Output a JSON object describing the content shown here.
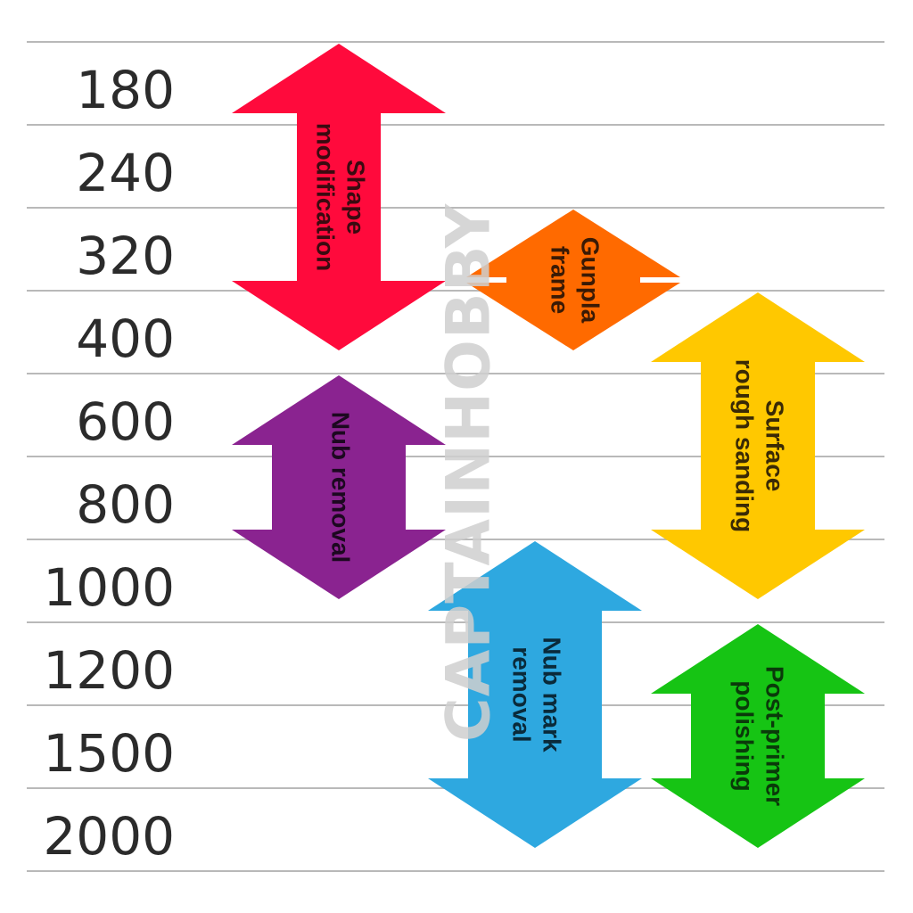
{
  "grit_scale": [
    "180",
    "240",
    "320",
    "400",
    "600",
    "800",
    "1000",
    "1200",
    "1500",
    "2000"
  ],
  "watermark": "CAPTAINHOBBY",
  "arrows": [
    {
      "id": "shape-modification",
      "lines": [
        "Shape",
        "modification"
      ],
      "from": "180",
      "to": "400",
      "color": "#ff0a3c",
      "text_color": "#3a0a10"
    },
    {
      "id": "gunpla-frame",
      "lines": [
        "Gunpla",
        "frame"
      ],
      "from": "320",
      "to": "400",
      "color": "#ff6a00",
      "text_color": "#3a1a05"
    },
    {
      "id": "surface-rough-sanding",
      "lines": [
        "Surface",
        "rough sanding"
      ],
      "from": "400",
      "to": "1000",
      "color": "#ffc800",
      "text_color": "#3a2a05"
    },
    {
      "id": "nub-removal",
      "lines": [
        "Nub removal"
      ],
      "from": "600",
      "to": "1000",
      "color": "#8a2390",
      "text_color": "#1c0820"
    },
    {
      "id": "nub-mark-removal",
      "lines": [
        "Nub mark",
        "removal"
      ],
      "from": "1000",
      "to": "2000",
      "color": "#2ea8e0",
      "text_color": "#0a2a3a"
    },
    {
      "id": "post-primer-polishing",
      "lines": [
        "Post-primer",
        "polishing"
      ],
      "from": "1200",
      "to": "2000",
      "color": "#16c414",
      "text_color": "#0a3a0a"
    }
  ]
}
